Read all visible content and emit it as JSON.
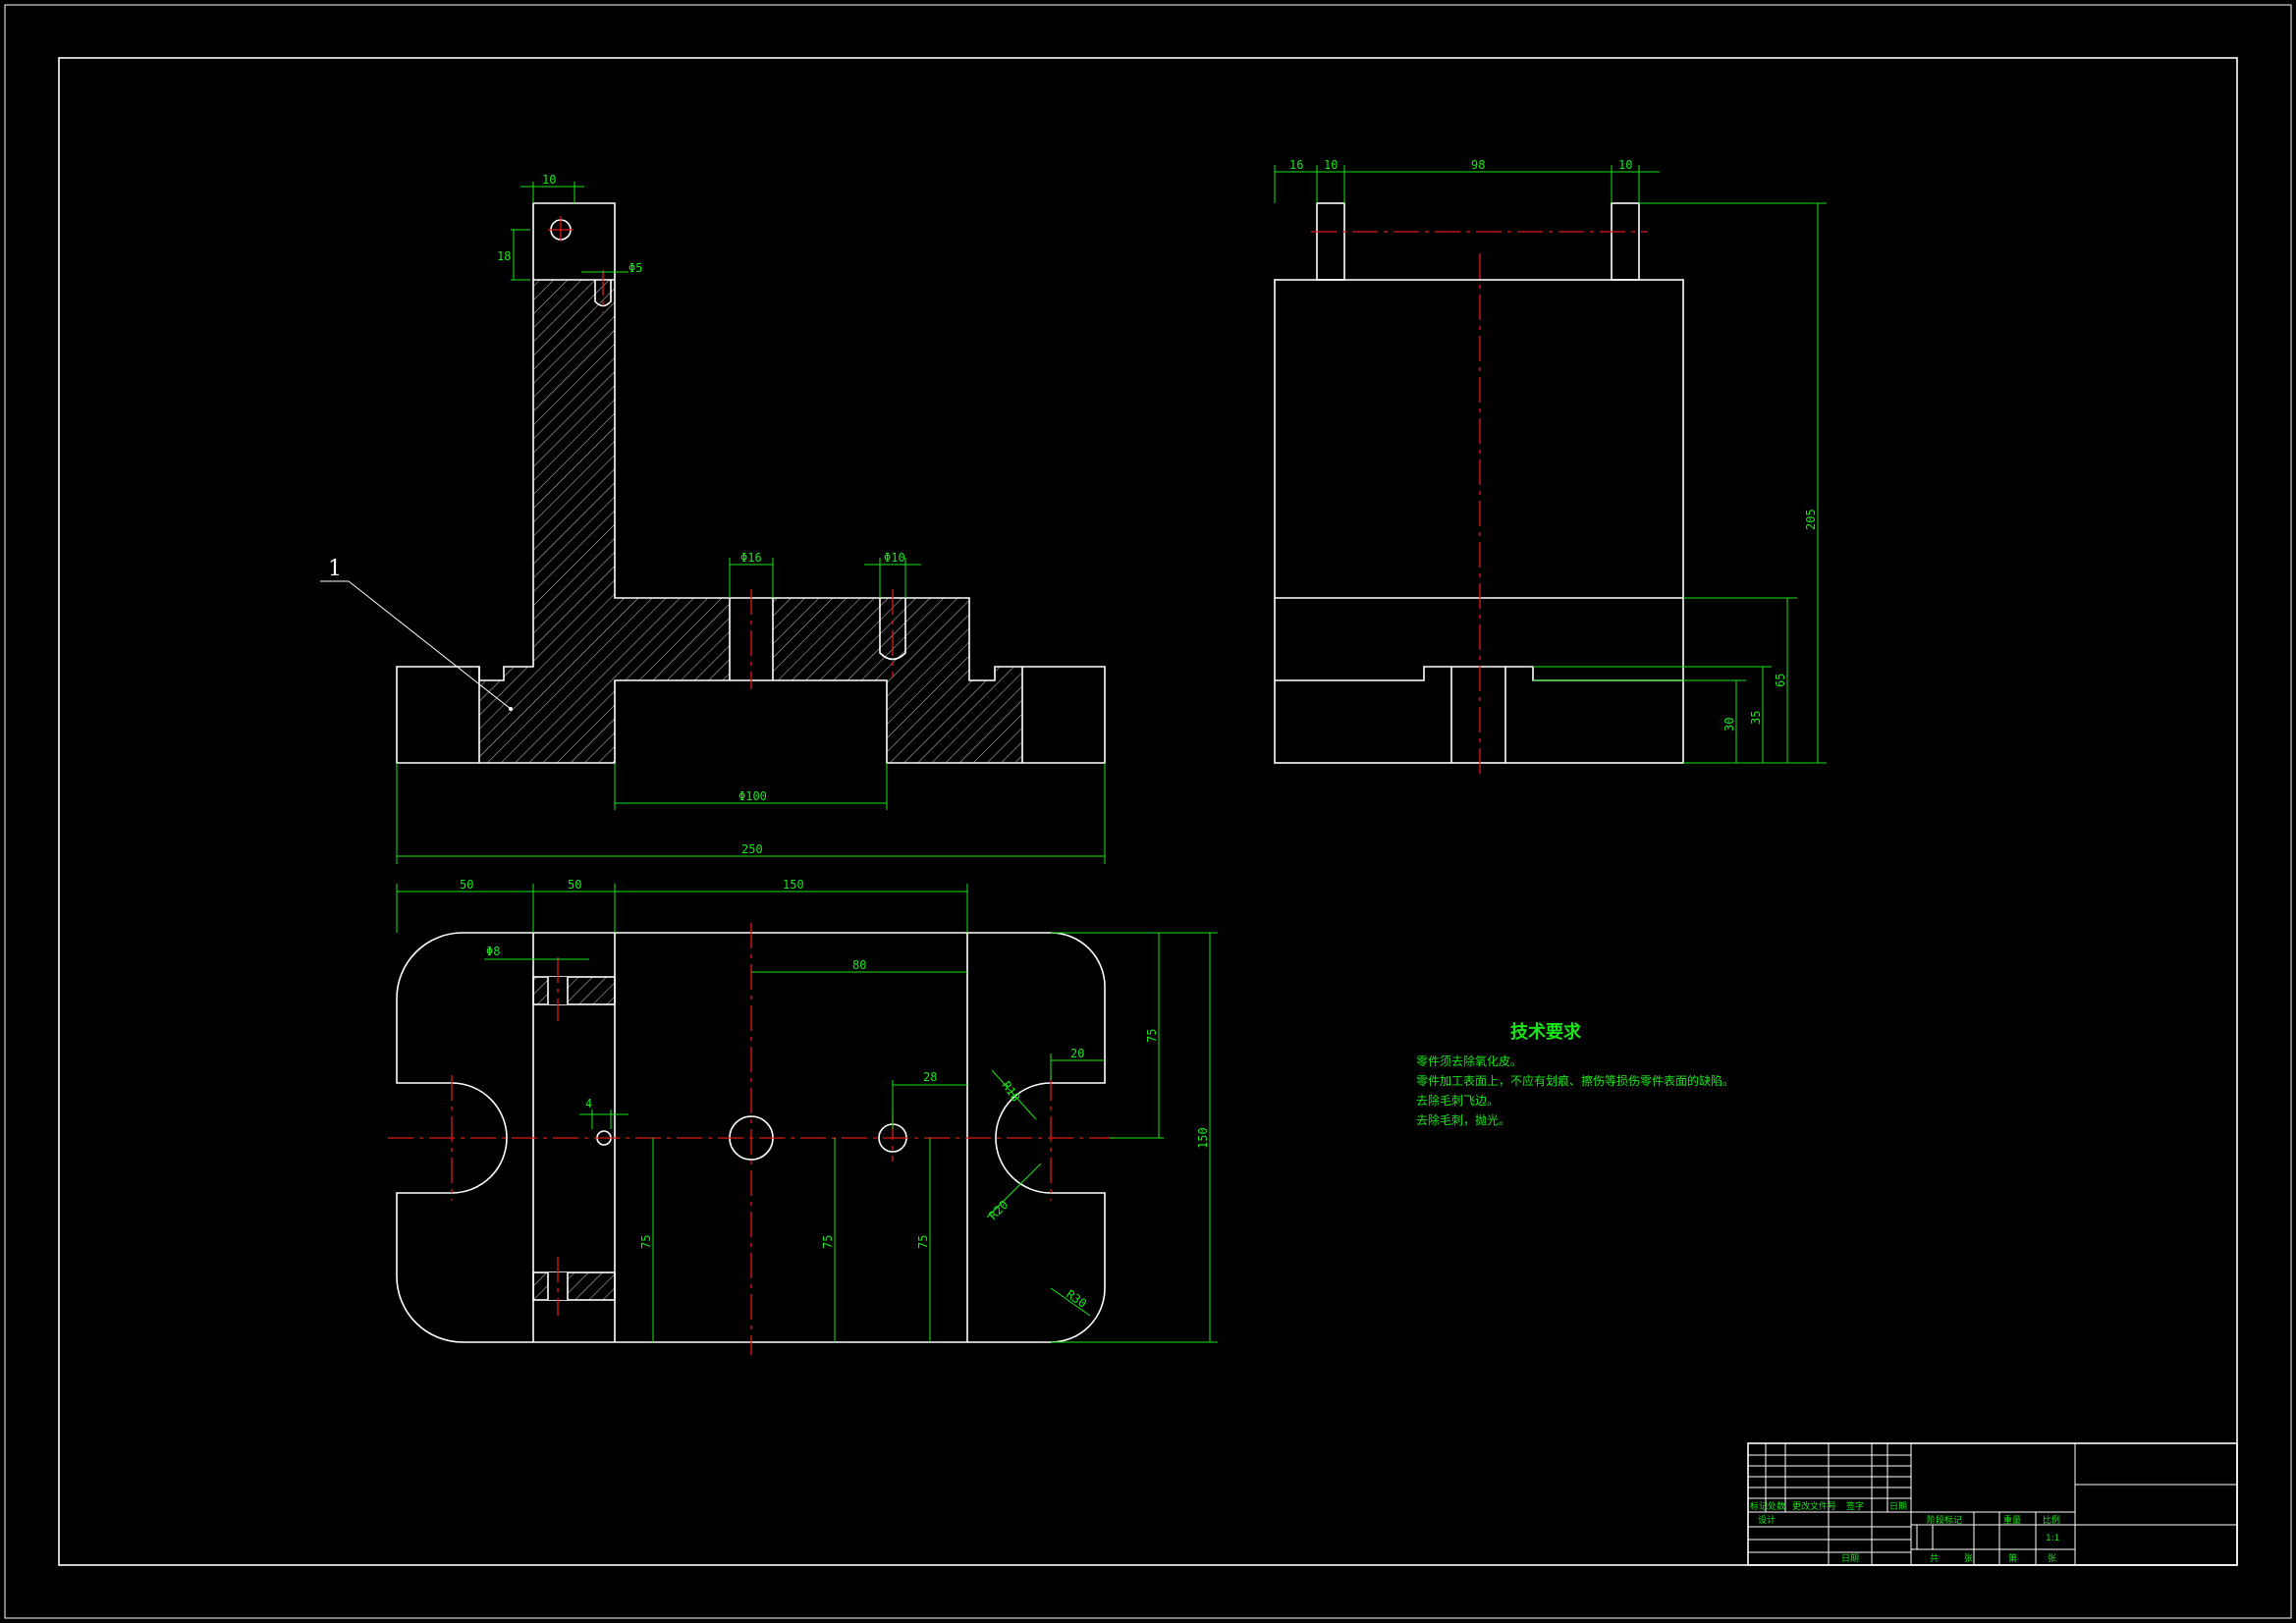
{
  "part_label": "1",
  "front_view": {
    "dims": {
      "top_width": "10",
      "pin_offset": "18",
      "small_hole": "Φ5",
      "bore_1": "Φ16",
      "bore_2": "Φ10",
      "center_bore": "Φ100",
      "overall_width": "250"
    }
  },
  "side_view": {
    "dims": {
      "left_edge": "16",
      "pin_width_left": "10",
      "pin_spacing": "98",
      "pin_width_right": "10",
      "total_height": "205",
      "height_65": "65",
      "height_35": "35",
      "height_30": "30"
    }
  },
  "top_view": {
    "dims": {
      "seg_1": "50",
      "seg_2": "50",
      "seg_3": "150",
      "hole_dia": "Φ8",
      "offset_80": "80",
      "offset_28": "28",
      "slot_20": "20",
      "radius_18": "R18",
      "height_75": "75",
      "height_150": "150",
      "small_4": "4",
      "v_75_a": "75",
      "v_75_b": "75",
      "v_75_c": "75",
      "radius_20": "R20",
      "radius_30": "R30"
    }
  },
  "tech_requirements": {
    "title": "技术要求",
    "lines": [
      "零件须去除氧化皮。",
      "零件加工表面上，不应有划痕、擦伤等损伤零件表面的缺陷。",
      "去除毛刺飞边。",
      "去除毛刺，抛光。"
    ]
  },
  "title_block": {
    "row_labels": [
      "标记",
      "处数",
      "更改文件号",
      "签字",
      "日期"
    ],
    "design": "设计",
    "stage": [
      "阶段标记",
      "重量",
      "比例"
    ],
    "scale": "1:1",
    "bottom": [
      "共",
      "张",
      "第",
      "张"
    ],
    "date": "日期"
  }
}
